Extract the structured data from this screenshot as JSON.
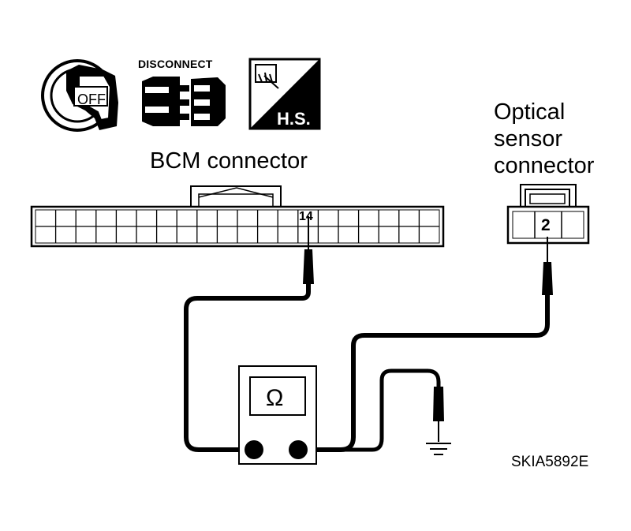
{
  "labels": {
    "disconnect": "DISCONNECT",
    "off": "OFF",
    "hs": "H.S.",
    "bcm_connector": "BCM connector",
    "pin_14": "14",
    "optical_lines": [
      "Optical",
      "sensor",
      "connector"
    ],
    "pin_2": "2",
    "ohm": "Ω",
    "ref_code": "SKIA5892E"
  },
  "icons": [
    "ignition-key-off-icon",
    "disconnect-connector-icon",
    "harness-side-icon",
    "ground-icon"
  ],
  "colors": {
    "line": "#000000",
    "background": "#ffffff"
  }
}
